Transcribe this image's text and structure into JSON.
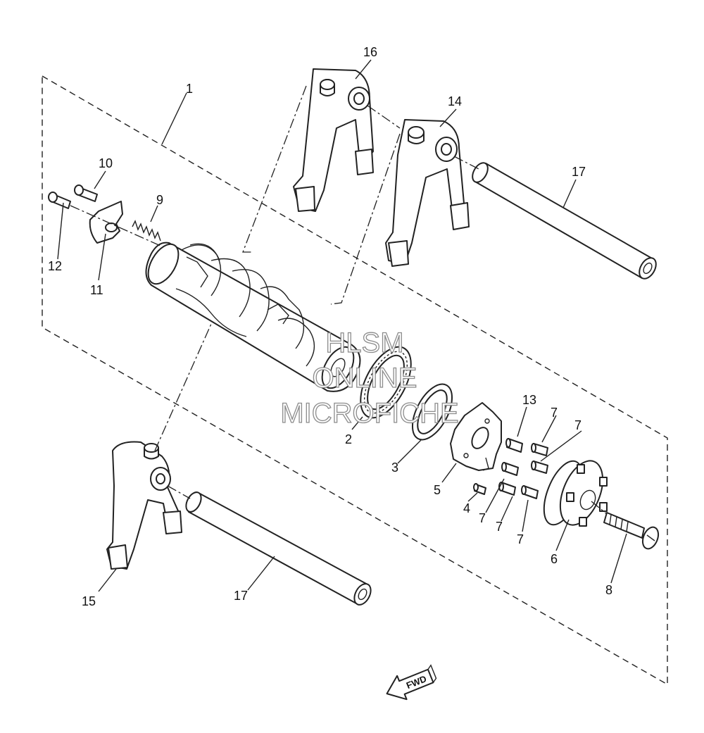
{
  "diagram": {
    "callouts": {
      "c1": "1",
      "c2": "2",
      "c3": "3",
      "c4": "4",
      "c5": "5",
      "c6": "6",
      "c7a": "7",
      "c7b": "7",
      "c7c": "7",
      "c7d": "7",
      "c7e": "7",
      "c8": "8",
      "c9": "9",
      "c10": "10",
      "c11": "11",
      "c12": "12",
      "c13": "13",
      "c14": "14",
      "c15": "15",
      "c16": "16",
      "c17a": "17",
      "c17b": "17"
    },
    "watermark": {
      "line1": "HLSM",
      "line2": "ONLINE",
      "line3": "MICROFICHE"
    },
    "direction_label": "FWD"
  }
}
